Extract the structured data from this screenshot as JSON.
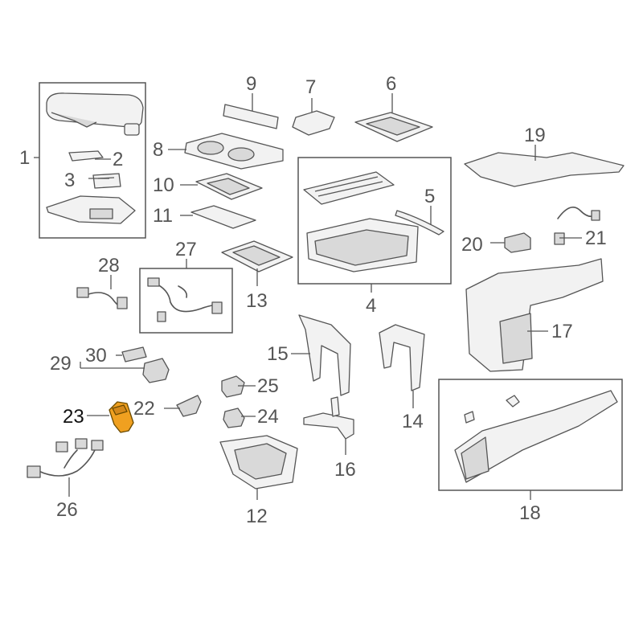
{
  "diagram": {
    "highlight_color": "#f0a020",
    "line_color": "#555555",
    "highlighted_part": "23",
    "callouts": [
      "1",
      "2",
      "3",
      "4",
      "5",
      "6",
      "7",
      "8",
      "9",
      "10",
      "11",
      "12",
      "13",
      "14",
      "15",
      "16",
      "17",
      "18",
      "19",
      "20",
      "21",
      "22",
      "23",
      "24",
      "25",
      "26",
      "27",
      "28",
      "29",
      "30"
    ]
  }
}
